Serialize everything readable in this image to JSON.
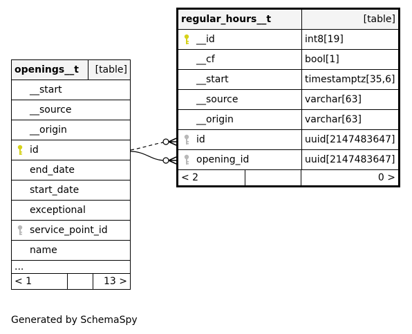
{
  "tables": [
    {
      "id": "openings",
      "name": "openings__t",
      "type": "[table]",
      "columns": [
        {
          "name": "__start",
          "key": "none"
        },
        {
          "name": "__source",
          "key": "none"
        },
        {
          "name": "__origin",
          "key": "none"
        },
        {
          "name": "id",
          "key": "primary"
        },
        {
          "name": "end_date",
          "key": "none"
        },
        {
          "name": "start_date",
          "key": "none"
        },
        {
          "name": "exceptional",
          "key": "none"
        },
        {
          "name": "service_point_id",
          "key": "foreign"
        },
        {
          "name": "name",
          "key": "none"
        }
      ],
      "ellipsis": "...",
      "footer": {
        "left": "< 1",
        "middle": "",
        "right": "13 >"
      }
    },
    {
      "id": "regular",
      "name": "regular_hours__t",
      "type": "[table]",
      "columns": [
        {
          "name": "__id",
          "type": "int8[19]",
          "key": "primary"
        },
        {
          "name": "__cf",
          "type": "bool[1]",
          "key": "none"
        },
        {
          "name": "__start",
          "type": "timestamptz[35,6]",
          "key": "none"
        },
        {
          "name": "__source",
          "type": "varchar[63]",
          "key": "none"
        },
        {
          "name": "__origin",
          "type": "varchar[63]",
          "key": "none"
        },
        {
          "name": "id",
          "type": "uuid[2147483647]",
          "key": "foreign"
        },
        {
          "name": "opening_id",
          "type": "uuid[2147483647]",
          "key": "foreign"
        }
      ],
      "footer": {
        "left": "< 2",
        "middle": "",
        "right": "0 >"
      }
    }
  ],
  "colors": {
    "primary_key": "#d6d21a",
    "foreign_key": "#b8b8b8",
    "header_bg": "#f4f4f4",
    "border": "#000000"
  },
  "footer_text": "Generated by SchemaSpy"
}
